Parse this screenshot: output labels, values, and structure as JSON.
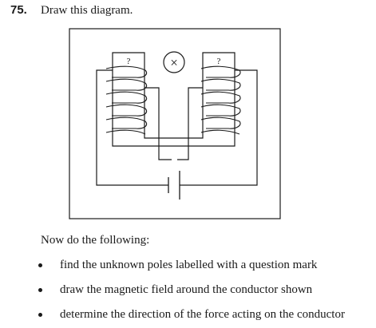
{
  "question": {
    "number": "75.",
    "prompt": "Draw this diagram."
  },
  "diagram": {
    "left_pole_label": "?",
    "right_pole_label": "?",
    "conductor_symbol": "×"
  },
  "instructions": {
    "intro": "Now do the following:",
    "tasks": [
      "find the unknown poles labelled with a question mark",
      "draw the magnetic field around the conductor shown",
      "determine the direction of the force acting on the conductor"
    ]
  }
}
